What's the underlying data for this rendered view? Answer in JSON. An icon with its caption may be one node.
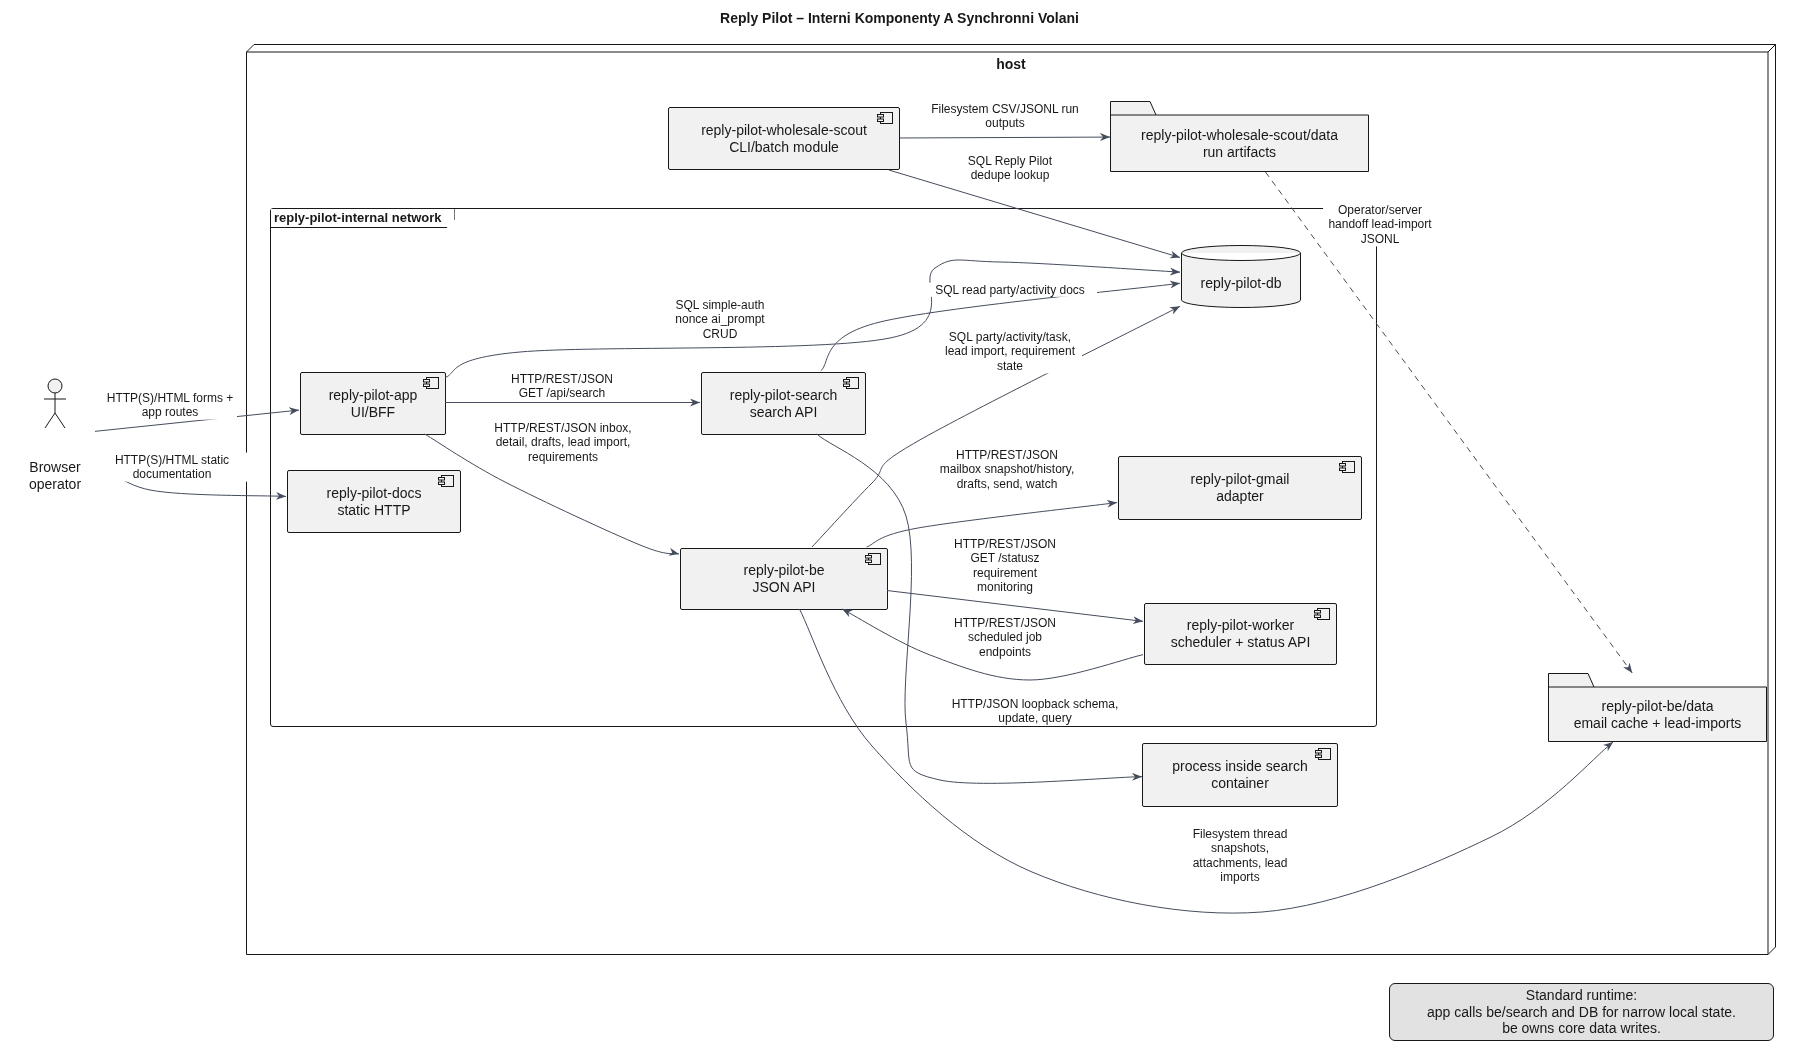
{
  "diagram": {
    "title": "Reply Pilot – Interni Komponenty A Synchronni Volani",
    "nodes": [
      {
        "text": [
          "host"
        ]
      },
      {
        "text": [
          "reply-pilot-wholesale-scout",
          "CLI/batch module"
        ],
        "in": 0
      },
      {
        "text": [
          "reply-pilot-wholesale-scout/data",
          "run artifacts"
        ],
        "in": 0
      },
      {
        "text": [
          "reply-pilot-internal network"
        ],
        "in": 0
      },
      {
        "text": [
          "reply-pilot-db"
        ],
        "in": 3
      },
      {
        "text": [
          "reply-pilot-app",
          "UI/BFF"
        ],
        "in": 3
      },
      {
        "text": [
          "reply-pilot-search",
          "search API"
        ],
        "in": 3
      },
      {
        "text": [
          "reply-pilot-docs",
          "static HTTP"
        ],
        "in": 3
      },
      {
        "text": [
          "reply-pilot-gmail",
          "adapter"
        ],
        "in": 3
      },
      {
        "text": [
          "reply-pilot-be",
          "JSON API"
        ],
        "in": 3
      },
      {
        "text": [
          "reply-pilot-worker",
          "scheduler + status API"
        ],
        "in": 3
      },
      {
        "text": [
          "reply-pilot-be/data",
          "email cache + lead-imports"
        ],
        "in": 0
      },
      {
        "text": [
          "process inside search container"
        ],
        "in": 0
      },
      {
        "text": [
          "Browser operator"
        ]
      },
      {
        "text": [
          "Standard runtime:",
          "app calls be/search and DB for narrow local state.",
          "be owns core data writes."
        ]
      }
    ],
    "edges": [
      {
        "from": 13,
        "to": 5,
        "arrow": "to",
        "label": "HTTP(S)/HTML forms + app routes"
      },
      {
        "from": 13,
        "to": 7,
        "arrow": "to",
        "label": "HTTP(S)/HTML static documentation"
      },
      {
        "from": 1,
        "to": 2,
        "arrow": "to",
        "label": "Filesystem CSV/JSONL run outputs"
      },
      {
        "from": 1,
        "to": 4,
        "arrow": "to",
        "label": "SQL Reply Pilot dedupe lookup"
      },
      {
        "from": 2,
        "to": 11,
        "arrow": "to",
        "label": "Operator/server handoff lead-import JSONL",
        "style": "dashed"
      },
      {
        "from": 5,
        "to": 4,
        "arrow": "to",
        "label": "SQL simple-auth nonce ai_prompt CRUD"
      },
      {
        "from": 6,
        "to": 4,
        "arrow": "to",
        "label": "SQL read party/activity docs"
      },
      {
        "from": 5,
        "to": 6,
        "arrow": "to",
        "label": "HTTP/REST/JSON GET /api/search"
      },
      {
        "from": 5,
        "to": 9,
        "arrow": "to",
        "label": "HTTP/REST/JSON inbox, detail, drafts, lead import, requirements"
      },
      {
        "from": 9,
        "to": 4,
        "arrow": "to",
        "label": "SQL party/activity/task, lead import, requirement state"
      },
      {
        "from": 9,
        "to": 8,
        "arrow": "to",
        "label": "HTTP/REST/JSON mailbox snapshot/history, drafts, send, watch"
      },
      {
        "from": 9,
        "to": 10,
        "arrow": "to",
        "label": "HTTP/REST/JSON GET /statusz requirement monitoring"
      },
      {
        "from": 10,
        "to": 9,
        "arrow": "to",
        "label": "HTTP/REST/JSON scheduled job endpoints"
      },
      {
        "from": 6,
        "to": 12,
        "arrow": "to",
        "label": "HTTP/JSON loopback schema, update, query"
      },
      {
        "from": 9,
        "to": 11,
        "arrow": "to",
        "label": "Filesystem thread snapshots, attachments, lead imports"
      }
    ]
  }
}
